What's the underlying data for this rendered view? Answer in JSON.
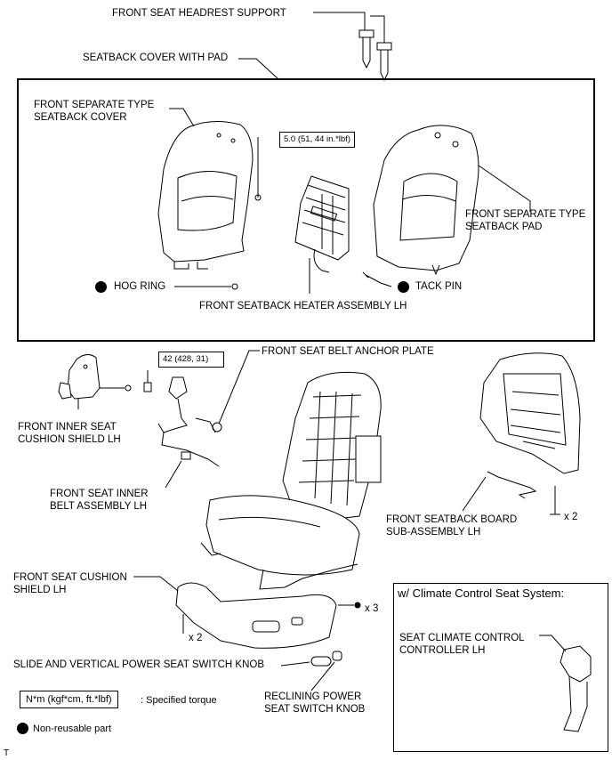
{
  "labels": {
    "headrest_support": "FRONT SEAT HEADREST SUPPORT",
    "seatback_cover_with_pad": "SEATBACK COVER WITH PAD",
    "separate_cover_l1": "FRONT SEPARATE TYPE",
    "separate_cover_l2": "SEATBACK COVER",
    "separate_pad_l1": "FRONT SEPARATE TYPE",
    "separate_pad_l2": "SEATBACK PAD",
    "hog_ring": "HOG RING",
    "tack_pin": "TACK PIN",
    "heater_assembly": "FRONT SEATBACK HEATER ASSEMBLY LH",
    "belt_anchor_plate": "FRONT SEAT BELT ANCHOR PLATE",
    "inner_shield_l1": "FRONT INNER SEAT",
    "inner_shield_l2": "CUSHION SHIELD LH",
    "inner_belt_l1": "FRONT SEAT INNER",
    "inner_belt_l2": "BELT ASSEMBLY LH",
    "seatback_board_l1": "FRONT SEATBACK BOARD",
    "seatback_board_l2": "SUB-ASSEMBLY LH",
    "cushion_shield_l1": "FRONT SEAT CUSHION",
    "cushion_shield_l2": "SHIELD LH",
    "slide_knob": "SLIDE AND VERTICAL POWER SEAT SWITCH KNOB",
    "reclining_l1": "RECLINING POWER",
    "reclining_l2": "SEAT SWITCH KNOB",
    "climate_title": "w/ Climate Control Seat System:",
    "climate_l1": "SEAT CLIMATE CONTROL",
    "climate_l2": "CONTROLLER LH"
  },
  "torques": {
    "t1": "5.0 (51, 44 in.*lbf)",
    "t2": "42 (428, 31)"
  },
  "quantities": {
    "q_board": "x 2",
    "q_switch": "x 3",
    "q_shield": "x 2"
  },
  "legend": {
    "torque_box": "N*m (kgf*cm, ft.*lbf)",
    "torque_text": ": Specified torque",
    "nonreusable": "Non-reusable part"
  },
  "footer_mark": "T"
}
